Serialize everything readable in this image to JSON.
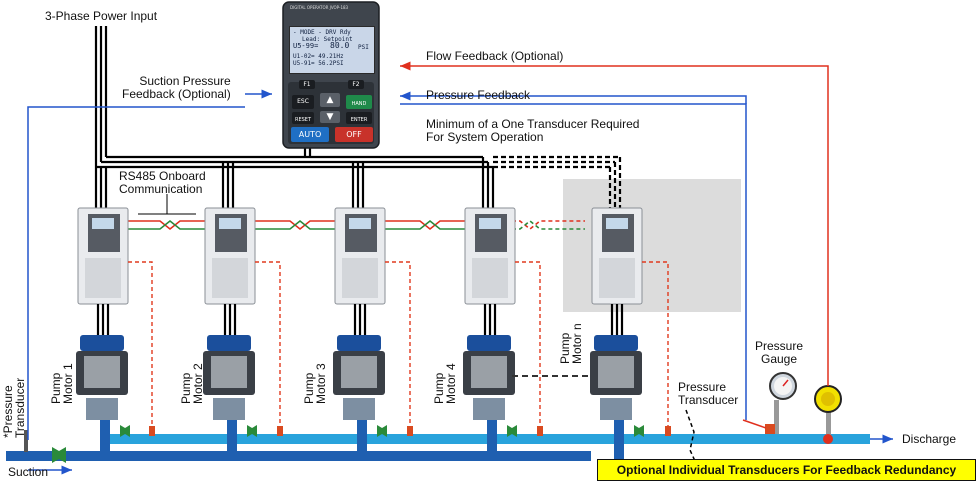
{
  "labels": {
    "power_input": "3-Phase Power Input",
    "flow_feedback": "Flow Feedback (Optional)",
    "suction_feedback": "Suction Pressure\nFeedback (Optional)",
    "pressure_feedback": "Pressure Feedback",
    "transducer_required": "Minimum of a One Transducer Required\nFor System Operation",
    "rs485": "RS485 Onboard\nCommunication",
    "pump1": "Pump\nMotor 1",
    "pump2": "Pump\nMotor 2",
    "pump3": "Pump\nMotor 3",
    "pump4": "Pump\nMotor 4",
    "pumpn": "Pump\nMotor n",
    "pressure_gauge": "Pressure\nGauge",
    "pressure_transducer": "Pressure\nTransducer",
    "suction_transducer": "*Pressure\nTransducer",
    "suction": "Suction",
    "discharge": "Discharge",
    "optional_note": "Optional Individual Transducers For Feedback Redundancy"
  },
  "keypad": {
    "header": "DIGITAL OPERATOR JVOP-183",
    "mode_line": "- MODE -          DRV  Rdy",
    "lead_line": "Lead: Setpoint",
    "u599_label": "U5-99=",
    "u599_value": "80.0",
    "u599_unit": "PSI",
    "u102_line": "U1-02=   49.21Hz",
    "u591_line": "U5-91=   56.2PSI",
    "f1": "F1",
    "f2": "F2",
    "esc": "ESC",
    "hand": "HAND",
    "reset": "RESET",
    "enter": "ENTER",
    "auto": "AUTO",
    "off": "OFF"
  },
  "colors": {
    "pipe": "#29a3dc",
    "pipe_dark": "#1f5fb0",
    "feedback_blue": "#2255cc",
    "feedback_red": "#e0301e",
    "rs485_green": "#2a8a3a",
    "transducer_red": "#e03a1e",
    "motor_blue": "#1b4f9c",
    "gauge_yellow": "#f2e000",
    "note_bg": "#ffff00"
  }
}
